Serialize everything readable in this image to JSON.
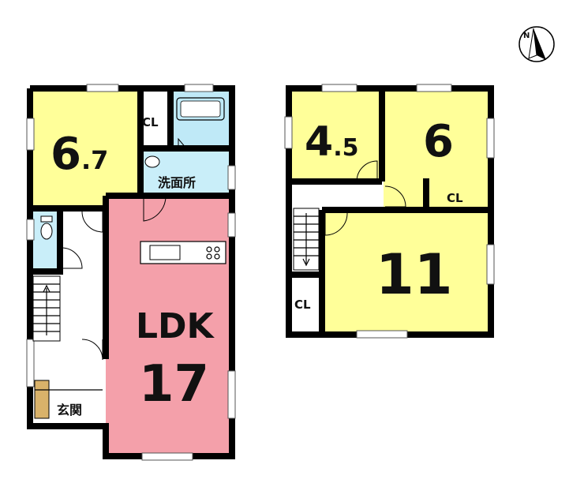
{
  "floor1": {
    "room_67": {
      "label_main": "6",
      "label_small": ".7"
    },
    "cl": "CL",
    "washroom": "洗面所",
    "ldk_top": "LDK",
    "ldk_num": "17",
    "genkan": "玄関"
  },
  "floor2": {
    "room_45": {
      "label_main": "4",
      "label_small": ".5"
    },
    "room_6": "6",
    "cl_right": "CL",
    "room_11": "11",
    "cl_left": "CL"
  },
  "colors": {
    "yellow_room": "#ffff99",
    "ldk_pink": "#f4a0aa",
    "bath_blue": "#bfe9f7",
    "washroom_blue": "#c9eef9",
    "floor_white": "#ffffff"
  },
  "icons": {
    "compass": "north-arrow-icon"
  }
}
